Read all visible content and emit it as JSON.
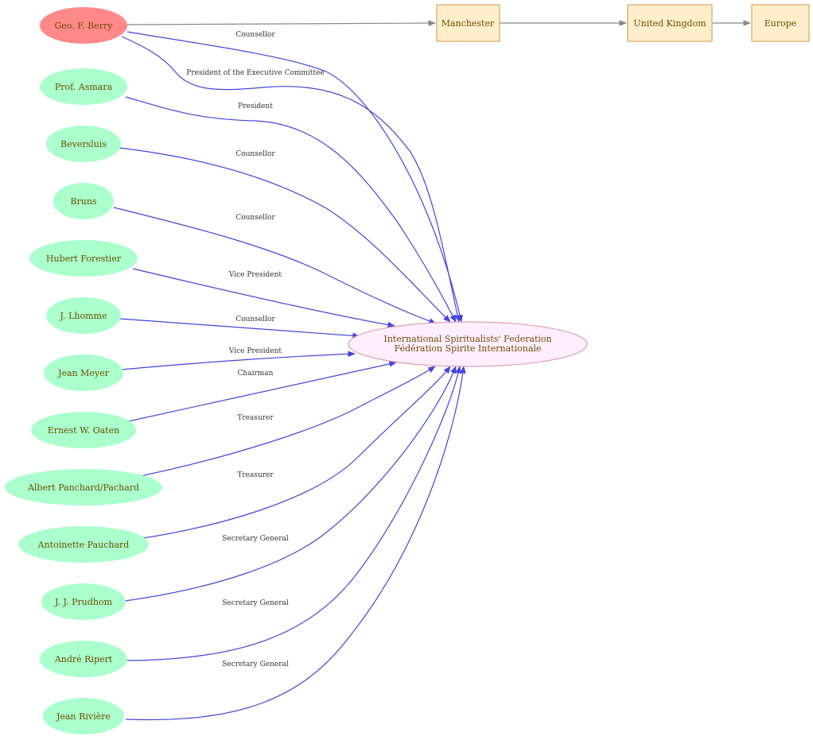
{
  "colors": {
    "person_fill": "#aaffcc",
    "focus_person_fill": "#ff8888",
    "org_fill": "#ffeeff",
    "org_stroke": "#e0a0b0",
    "place_fill": "#ffeecc",
    "place_stroke": "#d8a860",
    "relation_edge": "#4444dd",
    "location_edge": "#888888",
    "node_text": "#6b4d00"
  },
  "organization": {
    "line1": "International Spiritualists' Federation",
    "line2": "Fédération Spirite Internationale"
  },
  "places": [
    {
      "id": "manchester",
      "label": "Manchester"
    },
    {
      "id": "uk",
      "label": "United Kingdom"
    },
    {
      "id": "europe",
      "label": "Europe"
    }
  ],
  "people": [
    {
      "name": "Geo. F. Berry",
      "focus": true,
      "roles": [
        "Counsellor",
        "President of the Executive Committee"
      ]
    },
    {
      "name": "Prof. Asmara",
      "roles": [
        "President"
      ]
    },
    {
      "name": "Beversluis",
      "roles": [
        "Counsellor"
      ]
    },
    {
      "name": "Bruns",
      "roles": [
        "Counsellor"
      ]
    },
    {
      "name": "Hubert Forestier",
      "roles": [
        "Vice President"
      ]
    },
    {
      "name": "J. Lhomme",
      "roles": [
        "Counsellor"
      ]
    },
    {
      "name": "Jean Meyer",
      "roles": [
        "Vice President"
      ]
    },
    {
      "name": "Ernest W. Oaten",
      "roles": [
        "Chairman"
      ]
    },
    {
      "name": "Albert Panchard/Pachard",
      "roles": [
        "Treasurer"
      ]
    },
    {
      "name": "Antoinette Pauchard",
      "roles": [
        "Treasurer"
      ]
    },
    {
      "name": "J. J. Prudhom",
      "roles": [
        "Secretary General"
      ]
    },
    {
      "name": "André Ripert",
      "roles": [
        "Secretary General"
      ]
    },
    {
      "name": "Jean Rivière",
      "roles": [
        "Secretary General"
      ]
    }
  ]
}
